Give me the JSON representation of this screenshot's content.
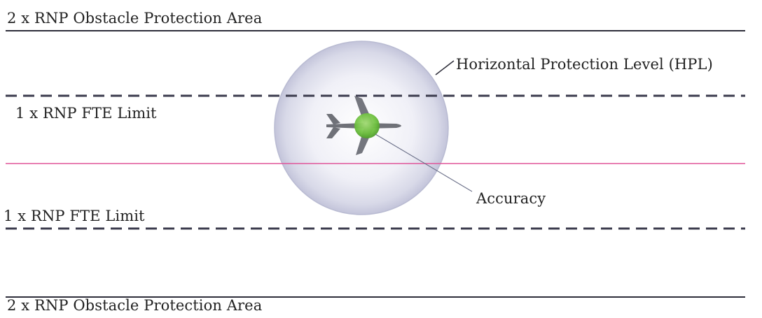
{
  "labels": {
    "top_area": "2 x RNP Obstacle Protection Area",
    "fte_upper": "1 x RNP FTE Limit",
    "fte_lower": "1 x RNP FTE Limit",
    "bottom_area": "2 x RNP Obstacle Protection Area",
    "hpl": "Horizontal Protection Level (HPL)",
    "accuracy": "Accuracy"
  },
  "colors": {
    "boundary_line": "#2e2e3a",
    "fte_dash": "#3c3c4e",
    "centerline": "#e0569a",
    "hpl_circle": "#cfd0e2",
    "accuracy_circle": "#66bb33",
    "aircraft": "#6f7178"
  },
  "icons": {
    "aircraft": "airplane-icon"
  }
}
